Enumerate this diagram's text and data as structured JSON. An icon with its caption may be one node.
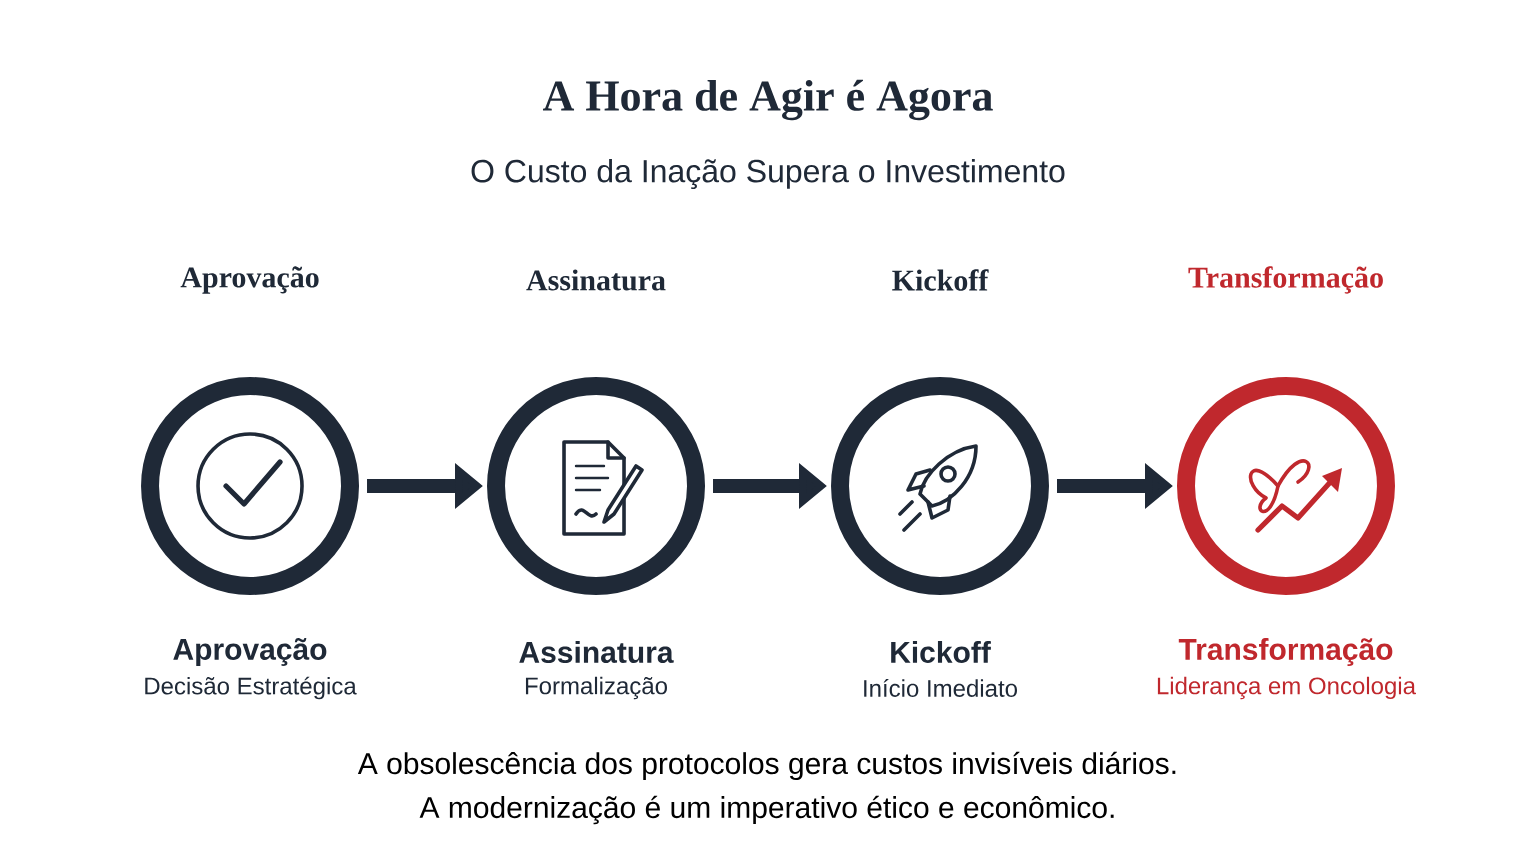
{
  "diagram": {
    "title": "A Hora de Agir é Agora",
    "caption": "O Custo da Inação Supera o Investimento",
    "nodes": [
      {
        "text": [
          "Aprovação",
          "Aprovação",
          "Decisão Estratégica"
        ]
      },
      {
        "text": [
          "Assinatura",
          "Assinatura",
          "Formalização"
        ]
      },
      {
        "text": [
          "Kickoff",
          "Kickoff",
          "Início Imediato"
        ]
      },
      {
        "text": [
          "Transformação",
          "Transformação",
          "Liderança em Oncologia"
        ]
      }
    ],
    "edges": [
      {
        "from": 0,
        "to": 1,
        "arrow": "to"
      },
      {
        "from": 1,
        "to": 2,
        "arrow": "to"
      },
      {
        "from": 2,
        "to": 3,
        "arrow": "to"
      }
    ],
    "labels": [
      "A obsolescência dos protocolos gera custos invisíveis diários.",
      "A modernização é um imperativo ético e econômico."
    ]
  }
}
